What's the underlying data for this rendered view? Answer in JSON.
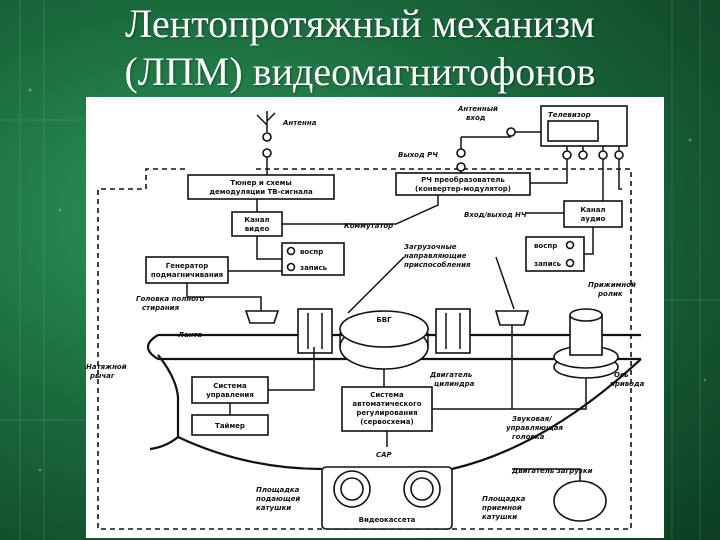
{
  "title": {
    "line1": "Лентопротяжный механизм",
    "line2": "(ЛПМ) видеомагнитофонов"
  },
  "diagram": {
    "antenna": "Антенна",
    "antenna_in": [
      "Антенный",
      "вход"
    ],
    "tv_label": "Телевизор",
    "rf_out": "Выход РЧ",
    "tuner": [
      "Тюнер и схемы",
      "демодуляции ТВ-сигнала"
    ],
    "rf_converter": [
      "РЧ преобразователь",
      "(конвертер-модулятор)"
    ],
    "video_channel": [
      "Канал",
      "видео"
    ],
    "commutator": "Коммутатор",
    "in_out_lf": "Вход/выход НЧ",
    "audio_channel": [
      "Канал",
      "аудио"
    ],
    "record": "запись",
    "playback": "воспр",
    "erase_generator": [
      "Генератор",
      "подмагничивания"
    ],
    "loading_devices": [
      "Загрузочные",
      "направляющие",
      "приспособления"
    ],
    "capstan": [
      "Прижимной",
      "ролик"
    ],
    "erase_head": [
      "Головка полного",
      "стирания"
    ],
    "bvg": "БВГ",
    "tape": "Лента",
    "tension_lever": [
      "Натяжной",
      "рычаг"
    ],
    "control_system": [
      "Система",
      "управления"
    ],
    "cylinder_drive": [
      "Двигатель",
      "цилиндра"
    ],
    "capstan_shaft": [
      "Ось",
      "привода"
    ],
    "auto_reg": [
      "Система",
      "автоматического",
      "регулирования",
      "(сервосхема)"
    ],
    "timer": "Таймер",
    "audio_control": [
      "Звуковая/",
      "управляющая",
      "головка"
    ],
    "sar": "САР",
    "load_motor": "Двигатель загрузки",
    "supply_platform": [
      "Площадка",
      "подающей",
      "катушки"
    ],
    "cassette": "Видеокассета",
    "takeup_platform": [
      "Площадка",
      "приемной",
      "катушки"
    ]
  }
}
